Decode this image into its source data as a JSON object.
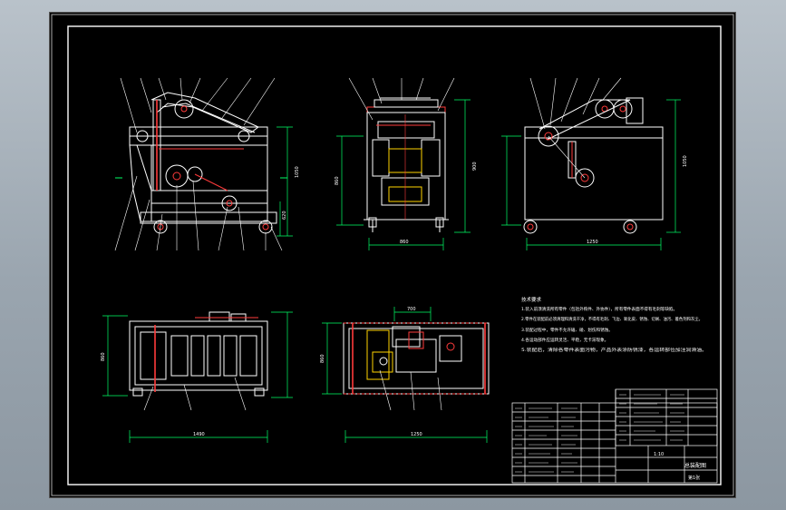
{
  "colors": {
    "background": "#9aa5af",
    "sheet": "#000000",
    "border": "#ffffff",
    "outline": "#ffffff",
    "component": "#ff3b3b",
    "hidden": "#ffd400",
    "dimension": "#00ff66",
    "leader": "#ffffff",
    "text_note": "#00ff66",
    "label_blue": "#3a5bff"
  },
  "views": {
    "front": {
      "name": "front-view"
    },
    "side": {
      "name": "side-view"
    },
    "rear": {
      "name": "rear-view"
    },
    "top": {
      "name": "top-view"
    },
    "bottom": {
      "name": "section-view"
    }
  },
  "dims": {
    "front_height": "1050",
    "front_lower": "620",
    "side_width": "860",
    "side_height": "900",
    "side_left": "860",
    "rear_width": "1250",
    "rear_height": "1050",
    "top_width": "1490",
    "top_depth": "860",
    "plan_width": "1250",
    "plan_depth": "860",
    "plan_inner": "700"
  },
  "notes": {
    "heading": "技术要求",
    "lines": [
      "1.装入前须清洗所有零件（包括外购件、外协件），所有零件表面不得有毛刺等缺陷。",
      "2.零件在装配前必须清理和清洗干净，不得有毛刺、飞边、氧化皮、锈蚀、切屑、油污、着色剂和灰尘。",
      "3.装配过程中，零件不允许磕、碰、划伤和锈蚀。",
      "4.各运动部件应运转灵活、平稳，无卡滞现象。",
      "5.装配后，清除各零件表面污物，产品外表涂防锈漆，各运转部位加注润滑油。"
    ]
  },
  "title_block": {
    "drawing_title": "总装配图",
    "scale": "1:10",
    "sheet_label": "第1张"
  }
}
